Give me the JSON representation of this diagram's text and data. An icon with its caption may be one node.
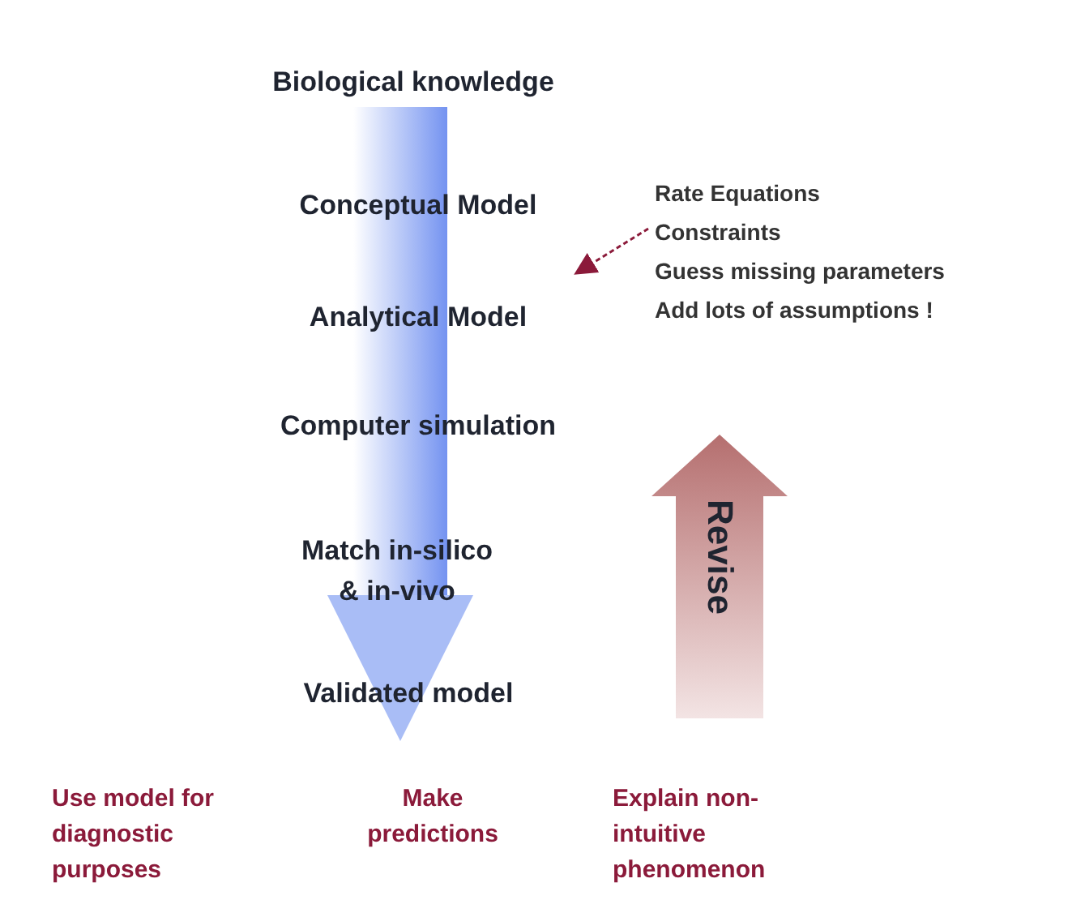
{
  "diagram": {
    "nodes": [
      {
        "text": [
          "Biological knowledge"
        ]
      },
      {
        "text": [
          "Conceptual Model"
        ]
      },
      {
        "text": [
          "Analytical Model"
        ]
      },
      {
        "text": [
          "Computer simulation"
        ]
      },
      {
        "text": [
          "Match in-silico & in-vivo"
        ]
      },
      {
        "text": [
          "Validated model"
        ]
      },
      {
        "text": [
          "Rate Equations",
          "Constraints",
          "Guess missing parameters",
          "Add lots of assumptions !"
        ]
      },
      {
        "text": [
          "Revise"
        ]
      }
    ],
    "edges": [
      {
        "from": 0,
        "to": 5,
        "arrow": "to",
        "style": "thick",
        "color": "#6f8ff0"
      },
      {
        "from": 6,
        "to": null,
        "arrow": "to",
        "style": "dashed",
        "color": "#8b1a3a"
      }
    ],
    "labels": [
      "Use model for diagnostic purposes",
      "Make predictions",
      "Explain non-intuitive phenomenon"
    ]
  }
}
